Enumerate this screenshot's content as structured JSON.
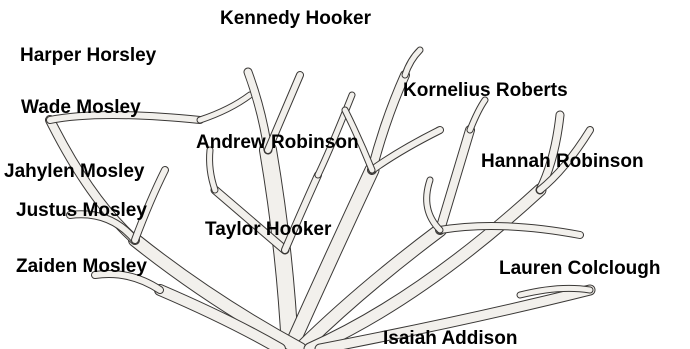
{
  "tree": {
    "names": [
      "Kennedy Hooker",
      "Harper Horsley",
      "Kornelius Roberts",
      "Wade Mosley",
      "Andrew Robinson",
      "Hannah Robinson",
      "Jahylen Mosley",
      "Justus Mosley",
      "Taylor Hooker",
      "Zaiden Mosley",
      "Lauren Colclough",
      "Isaiah Addison"
    ]
  },
  "colors": {
    "text": "#000000",
    "branch_fill": "#f2f0ec",
    "branch_stroke": "#3a3836",
    "background": "#ffffff"
  }
}
